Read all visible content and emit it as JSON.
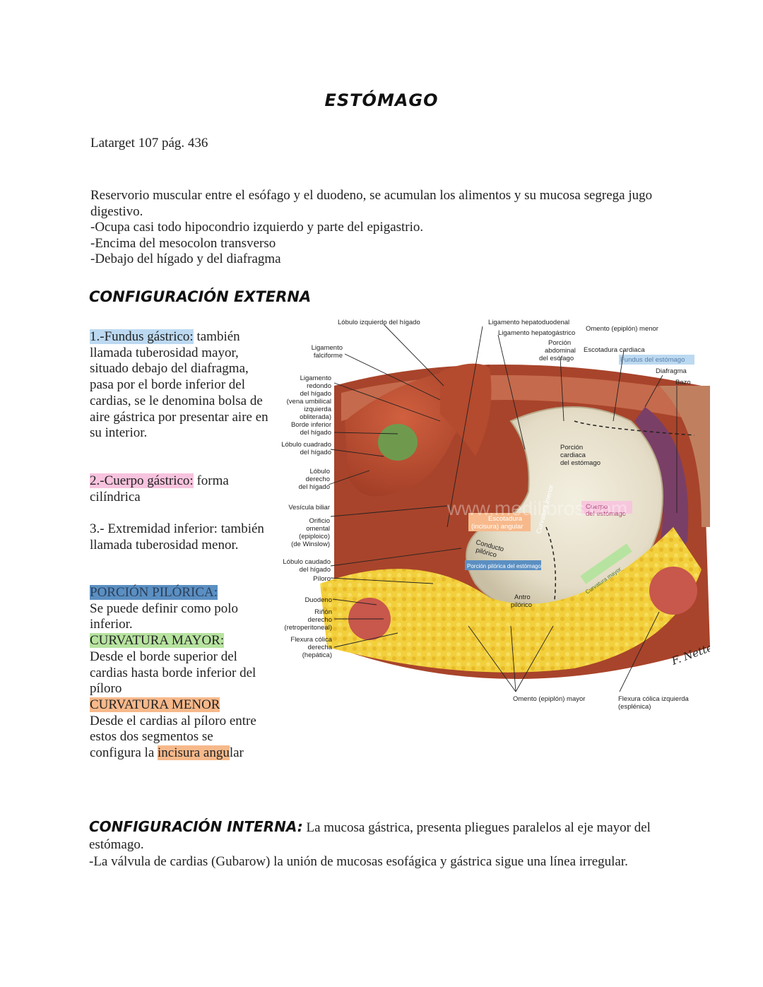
{
  "title": "ESTÓMAGO",
  "reference": "Latarget 107 pág. 436",
  "intro": {
    "line1": "Reservorio muscular entre el esófago y el duodeno, se acumulan los alimentos y su mucosa segrega jugo digestivo.",
    "line2": "-Ocupa casi todo hipocondrio izquierdo y parte del epigastrio.",
    "line3": "-Encima del mesocolon transverso",
    "line4": "-Debajo del hígado y del diafragma"
  },
  "external": {
    "heading": "CONFIGURACIÓN EXTERNA",
    "fundus_term": "1.-Fundus gástrico:",
    "fundus_text": " también llamada tuberosidad mayor, situado debajo del diafragma, pasa por el borde inferior del cardias, se le denomina bolsa de aire gástrica por presentar aire en su interior.",
    "cuerpo_term": "2.-Cuerpo gástrico:",
    "cuerpo_text": " forma cilíndrica",
    "extremidad_term": "3.- Extremidad inferior:",
    "extremidad_text": " también llamada tuberosidad menor.",
    "pilorica_term": "PORCIÓN PILÓRICA:",
    "pilorica_text": "Se puede definir como polo inferior.",
    "mayor_term": "CURVATURA MAYOR:",
    "mayor_text": "Desde el borde superior del cardias hasta borde inferior del píloro",
    "menor_term": "CURVATURA MENOR",
    "menor_text_1": "Desde el cardias al píloro entre estos dos segmentos se configura la ",
    "menor_highlight": "incisura angu",
    "menor_text_2": "lar"
  },
  "figure": {
    "labels": {
      "lobulo_izq": "Lóbulo izquierdo del hígado",
      "lig_hepatoduodenal": "Ligamento hepatoduodenal",
      "lig_hepatogastrico": "Ligamento hepatogástrico",
      "omento_menor": "Omento (epiplón) menor",
      "porcion_abd_1": "Porción",
      "porcion_abd_2": "abdominal",
      "porcion_abd_3": "del esófago",
      "escotadura_cardiaca": "Escotadura cardiaca",
      "fundus": "Fundus del estómago",
      "diafragma": "Diafragma",
      "bazo": "Bazo",
      "lig_falciforme_1": "Ligamento",
      "lig_falciforme_2": "falciforme",
      "lig_redondo_1": "Ligamento",
      "lig_redondo_2": "redondo",
      "lig_redondo_3": "del hígado",
      "lig_redondo_4": "(vena umbilical",
      "lig_redondo_5": "izquierda",
      "lig_redondo_6": "obliterada)",
      "borde_inf_1": "Borde inferior",
      "borde_inf_2": "del hígado",
      "lob_cuadrado_1": "Lóbulo cuadrado",
      "lob_cuadrado_2": "del hígado",
      "lob_derecho_1": "Lóbulo",
      "lob_derecho_2": "derecho",
      "lob_derecho_3": "del hígado",
      "vesicula": "Vesícula biliar",
      "orificio_1": "Orificio",
      "orificio_2": "omental",
      "orificio_3": "(epiploico)",
      "orificio_4": "(de Winslow)",
      "lob_caudado_1": "Lóbulo caudado",
      "lob_caudado_2": "del hígado",
      "piloro": "Píloro",
      "duodeno": "Duodeno",
      "rinon_1": "Riñón",
      "rinon_2": "derecho",
      "rinon_3": "(retroperitoneal)",
      "flexura_der_1": "Flexura cólica",
      "flexura_der_2": "derecha",
      "flexura_der_3": "(hepática)",
      "porcion_cardiaca_1": "Porción",
      "porcion_cardiaca_2": "cardiaca",
      "porcion_cardiaca_3": "del estómago",
      "cuerpo_1": "Cuerpo",
      "cuerpo_2": "del estómago",
      "escotadura_ang_1": "Escotadura",
      "escotadura_ang_2": "(incisura) angular",
      "conducto_1": "Conducto",
      "conducto_2": "pilórico",
      "porcion_pilorica": "Porción pilórica del estómago",
      "antro_1": "Antro",
      "antro_2": "pilórico",
      "curv_menor": "Curvatura menor",
      "curv_mayor": "Curvatura mayor",
      "omento_mayor": "Omento (epiplón) mayor",
      "flexura_izq_1": "Flexura cólica izquierda",
      "flexura_izq_2": "(esplénica)",
      "watermark": "www.medilibros.com",
      "signature": "F. Netter"
    }
  },
  "internal": {
    "heading": "CONFIGURACIÓN INTERNA:",
    "text1": " La mucosa gástrica, presenta pliegues paralelos al eje mayor del estómago.",
    "text2": "-La válvula de cardias (Gubarow) la unión de mucosas esofágica y gástrica sigue una línea irregular."
  },
  "colors": {
    "highlight_blue": "#bcd9f1",
    "highlight_pink": "#f7c3de",
    "highlight_blue_dark": "#5b8fc2",
    "highlight_green": "#b7e3a0",
    "highlight_orange": "#f7b98b"
  }
}
